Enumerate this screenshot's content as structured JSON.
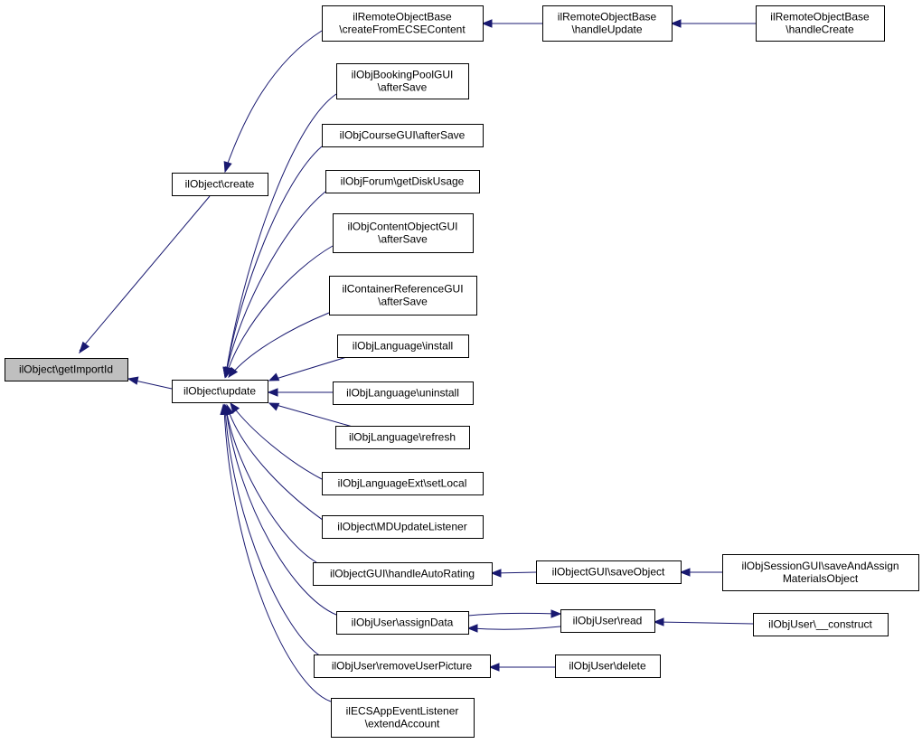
{
  "nodes": [
    {
      "id": "getImportId",
      "lines": [
        "ilObject\\getImportId"
      ],
      "focus": true
    },
    {
      "id": "create",
      "lines": [
        "ilObject\\create"
      ]
    },
    {
      "id": "update",
      "lines": [
        "ilObject\\update"
      ]
    },
    {
      "id": "createFromECSE",
      "lines": [
        "ilRemoteObjectBase",
        "\\createFromECSEContent"
      ]
    },
    {
      "id": "handleUpdate",
      "lines": [
        "ilRemoteObjectBase",
        "\\handleUpdate"
      ]
    },
    {
      "id": "handleCreate",
      "lines": [
        "ilRemoteObjectBase",
        "\\handleCreate"
      ]
    },
    {
      "id": "bookingPool",
      "lines": [
        "ilObjBookingPoolGUI",
        "\\afterSave"
      ]
    },
    {
      "id": "courseGUI",
      "lines": [
        "ilObjCourseGUI\\afterSave"
      ]
    },
    {
      "id": "forum",
      "lines": [
        "ilObjForum\\getDiskUsage"
      ]
    },
    {
      "id": "contentObj",
      "lines": [
        "ilObjContentObjectGUI",
        "\\afterSave"
      ]
    },
    {
      "id": "containerRef",
      "lines": [
        "ilContainerReferenceGUI",
        "\\afterSave"
      ]
    },
    {
      "id": "langInstall",
      "lines": [
        "ilObjLanguage\\install"
      ]
    },
    {
      "id": "langUninstall",
      "lines": [
        "ilObjLanguage\\uninstall"
      ]
    },
    {
      "id": "langRefresh",
      "lines": [
        "ilObjLanguage\\refresh"
      ]
    },
    {
      "id": "langExt",
      "lines": [
        "ilObjLanguageExt\\setLocal"
      ]
    },
    {
      "id": "mdUpdate",
      "lines": [
        "ilObject\\MDUpdateListener"
      ]
    },
    {
      "id": "autoRating",
      "lines": [
        "ilObjectGUI\\handleAutoRating"
      ]
    },
    {
      "id": "saveObject",
      "lines": [
        "ilObjectGUI\\saveObject"
      ]
    },
    {
      "id": "sessionSave",
      "lines": [
        "ilObjSessionGUI\\saveAndAssign",
        "MaterialsObject"
      ]
    },
    {
      "id": "assignData",
      "lines": [
        "ilObjUser\\assignData"
      ]
    },
    {
      "id": "userRead",
      "lines": [
        "ilObjUser\\read"
      ]
    },
    {
      "id": "userConstruct",
      "lines": [
        "ilObjUser\\__construct"
      ]
    },
    {
      "id": "removePic",
      "lines": [
        "ilObjUser\\removeUserPicture"
      ]
    },
    {
      "id": "userDelete",
      "lines": [
        "ilObjUser\\delete"
      ]
    },
    {
      "id": "ecsApp",
      "lines": [
        "ilECSAppEventListener",
        "\\extendAccount"
      ]
    }
  ],
  "edges": [
    {
      "from": "create",
      "to": "getImportId"
    },
    {
      "from": "update",
      "to": "getImportId"
    },
    {
      "from": "createFromECSE",
      "to": "create"
    },
    {
      "from": "handleUpdate",
      "to": "createFromECSE"
    },
    {
      "from": "handleCreate",
      "to": "handleUpdate"
    },
    {
      "from": "bookingPool",
      "to": "update"
    },
    {
      "from": "courseGUI",
      "to": "update"
    },
    {
      "from": "forum",
      "to": "update"
    },
    {
      "from": "contentObj",
      "to": "update"
    },
    {
      "from": "containerRef",
      "to": "update"
    },
    {
      "from": "langInstall",
      "to": "update"
    },
    {
      "from": "langUninstall",
      "to": "update"
    },
    {
      "from": "langRefresh",
      "to": "update"
    },
    {
      "from": "langExt",
      "to": "update"
    },
    {
      "from": "mdUpdate",
      "to": "update"
    },
    {
      "from": "autoRating",
      "to": "update"
    },
    {
      "from": "assignData",
      "to": "update"
    },
    {
      "from": "removePic",
      "to": "update"
    },
    {
      "from": "ecsApp",
      "to": "update"
    },
    {
      "from": "saveObject",
      "to": "autoRating"
    },
    {
      "from": "sessionSave",
      "to": "saveObject"
    },
    {
      "from": "assignData",
      "to": "userRead"
    },
    {
      "from": "userRead",
      "to": "assignData"
    },
    {
      "from": "userConstruct",
      "to": "userRead"
    },
    {
      "from": "userDelete",
      "to": "removePic"
    }
  ]
}
